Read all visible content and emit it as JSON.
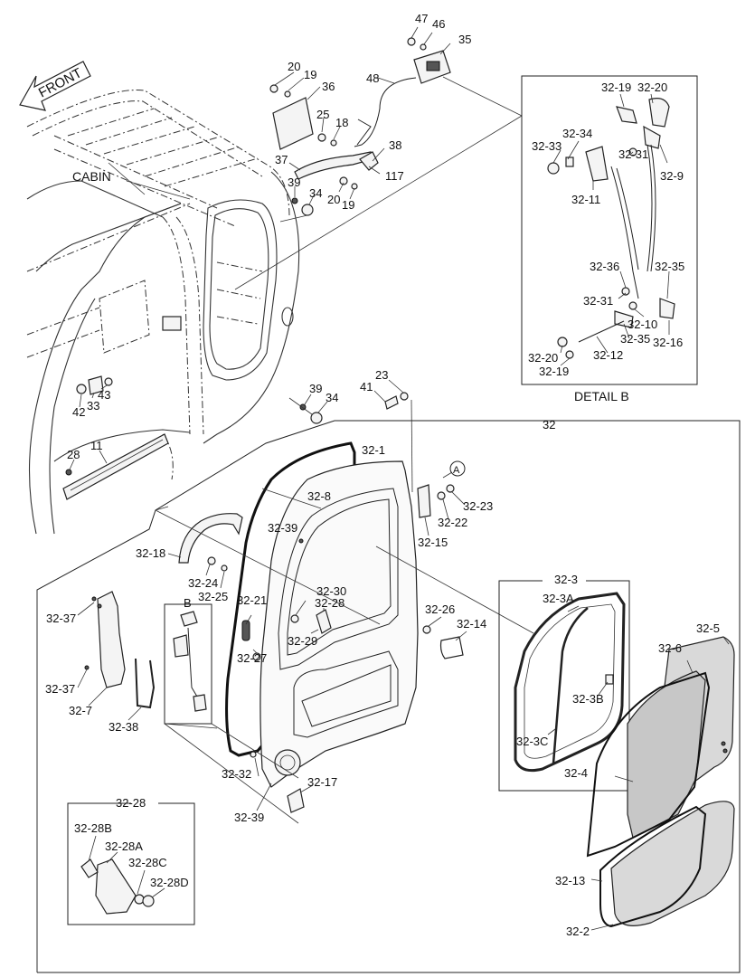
{
  "front_arrow": {
    "text": "FRONT"
  },
  "captions": {
    "cabin": "CABIN",
    "detail_b": "DETAIL  B",
    "box_32": "32",
    "box_32_3": "32-3",
    "box_32_28": "32-28",
    "view_b": "B",
    "circle_a": "A"
  },
  "labels": [
    "47",
    "46",
    "35",
    "20",
    "19",
    "36",
    "48",
    "25",
    "18",
    "38",
    "37",
    "117",
    "39",
    "34",
    "20",
    "19",
    "32-19",
    "32-20",
    "32-34",
    "32-33",
    "32-31",
    "32-9",
    "32-11",
    "32-36",
    "32-35",
    "32-31",
    "32-10",
    "32-35",
    "32-16",
    "32-20",
    "32-12",
    "32-19",
    "42",
    "33",
    "43",
    "28",
    "11",
    "23",
    "41",
    "39",
    "34",
    "32-1",
    "32-8",
    "32-23",
    "32-22",
    "32-15",
    "32-18",
    "32-39",
    "32-24",
    "32-25",
    "32-37",
    "32-37",
    "32-7",
    "32-38",
    "32-21",
    "32-27",
    "32-30",
    "32-28",
    "32-29",
    "32-26",
    "32-14",
    "32-3A",
    "32-3B",
    "32-3C",
    "32-5",
    "32-6",
    "32-4",
    "32-32",
    "32-39",
    "32-17",
    "32-28B",
    "32-28A",
    "32-28C",
    "32-28D",
    "32-13",
    "32-2"
  ]
}
